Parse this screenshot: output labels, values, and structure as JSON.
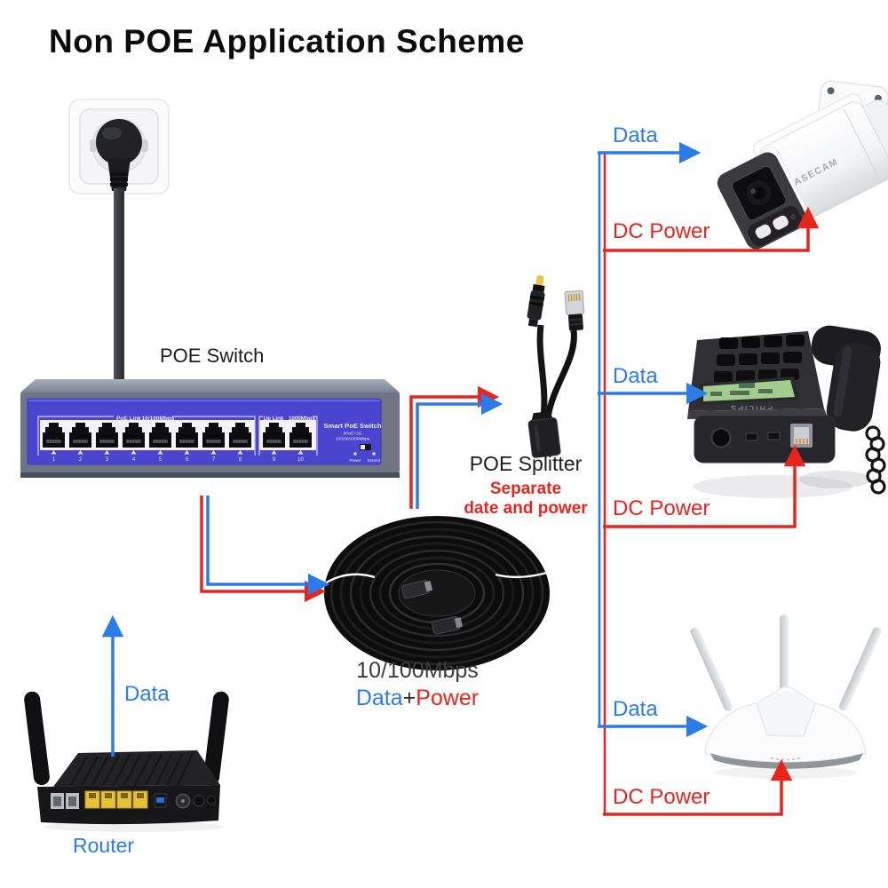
{
  "title": "Non POE Application Scheme",
  "colors": {
    "data_blue": "#2b7ce9",
    "power_red": "#e8251d"
  },
  "labels": {
    "poe_switch": "POE Switch",
    "poe_splitter": "POE Splitter",
    "splitter_note_1": "Separate",
    "splitter_note_2": "date and power",
    "cable_speed": "10/100Mbps",
    "cable_data": "Data",
    "cable_plus": "+",
    "cable_power": "Power",
    "router": "Router"
  },
  "connections": {
    "router_to_switch": {
      "data": "Data"
    },
    "camera": {
      "data": "Data",
      "power": "DC Power"
    },
    "phone": {
      "data": "Data",
      "power": "DC Power"
    },
    "wifi_router": {
      "data": "Data",
      "power": "DC Power"
    }
  },
  "switch_panel": {
    "poe_link": "PoE Link",
    "poe_speed": "10/100Mbps",
    "up_link": "Up Link",
    "up_speed": "1000Mbps",
    "name": "Smart PoE Switch",
    "model": "8PoE+2G",
    "speeds": "10/100/1000Mbps",
    "led_power": "Power",
    "led_extend": "Extend",
    "ports": [
      "1",
      "2",
      "3",
      "4",
      "5",
      "6",
      "7",
      "8",
      "9",
      "10"
    ]
  },
  "devices": {
    "camera_brand": "ASECAM",
    "phone_brand": "PHILIPS"
  }
}
